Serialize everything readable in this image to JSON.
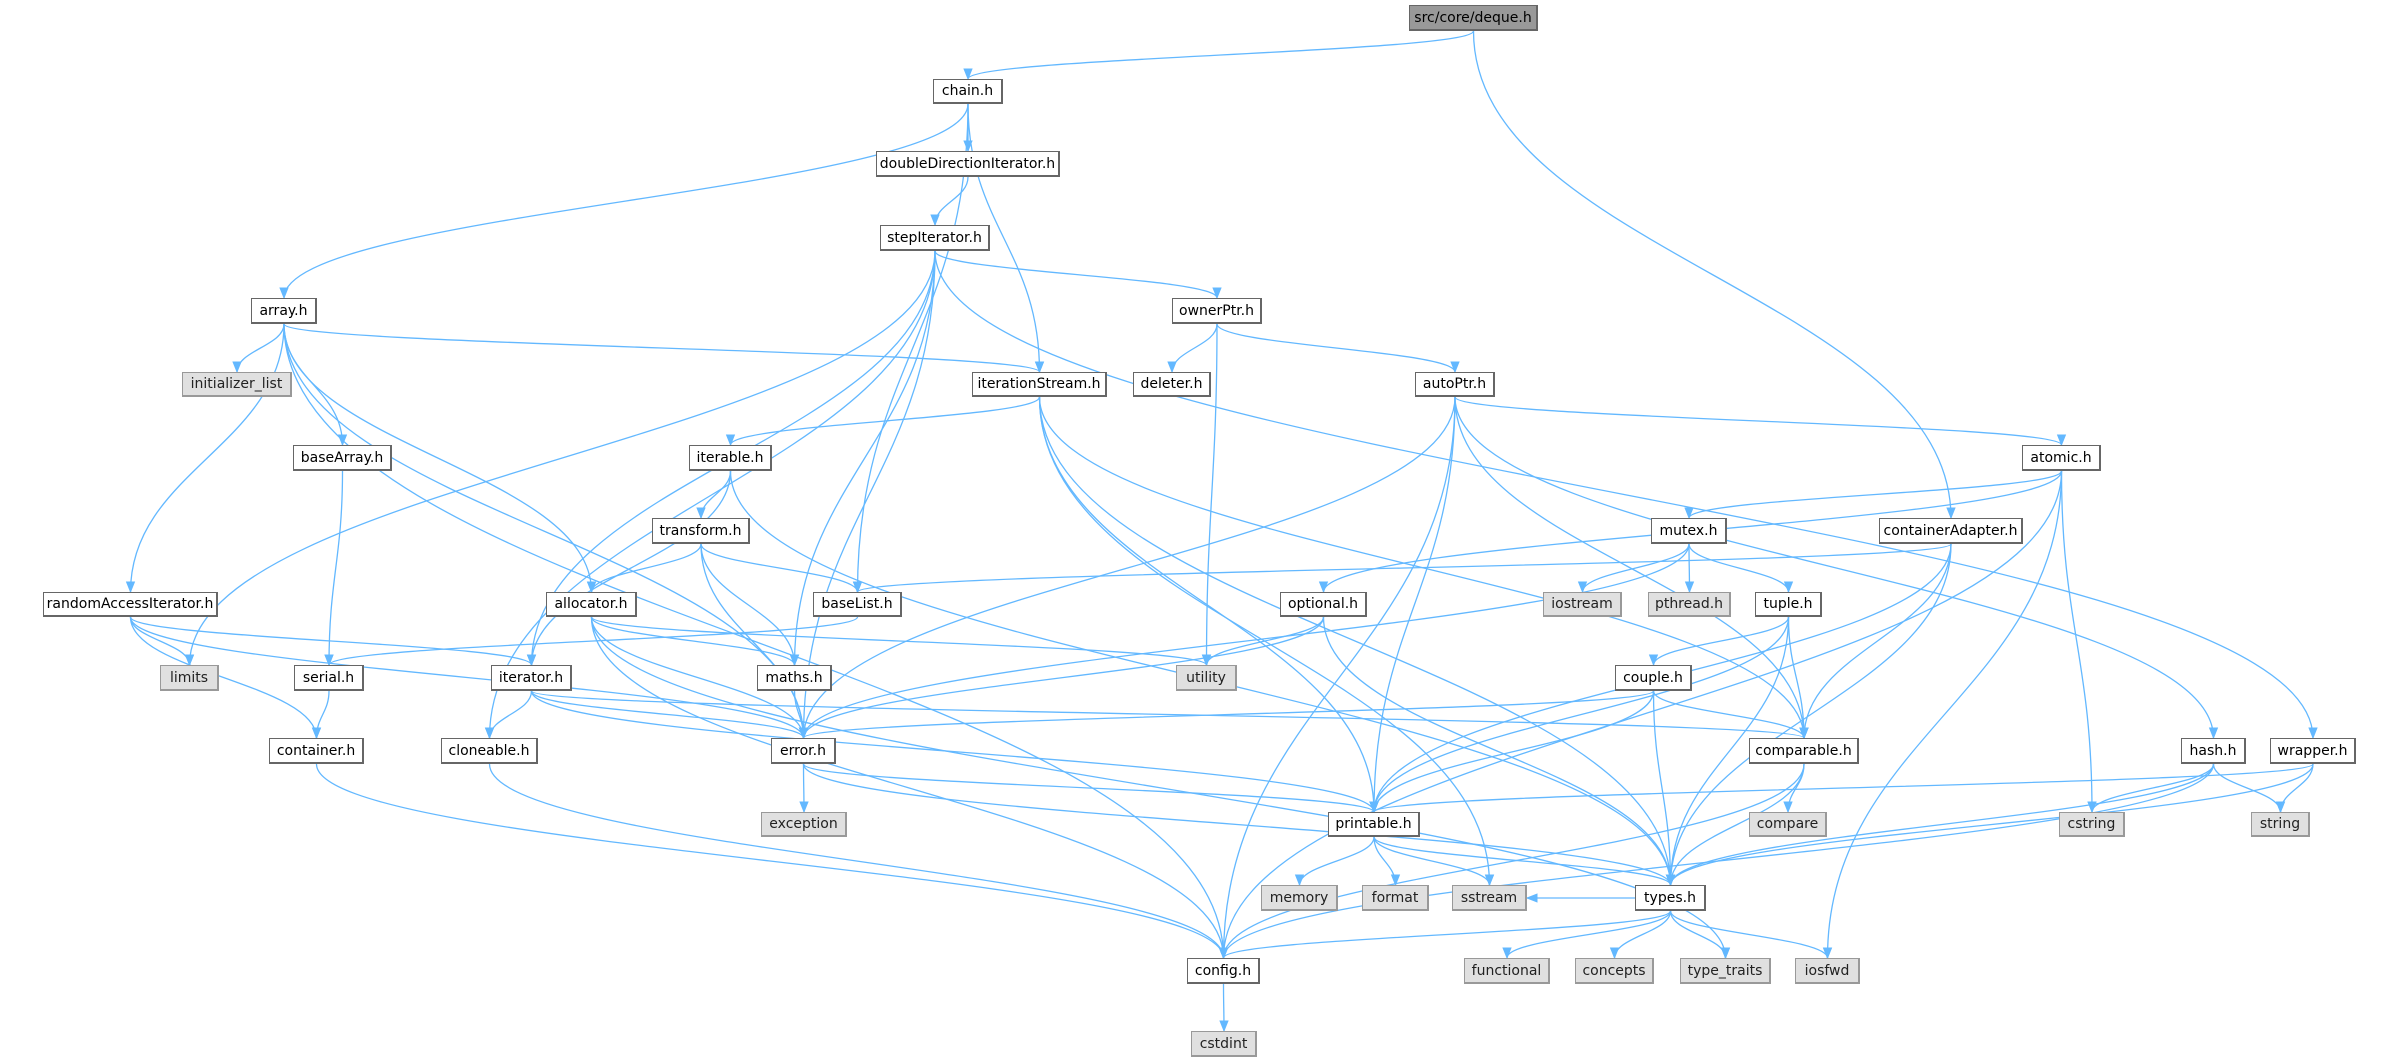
{
  "graph": {
    "title": "src/core/deque.h",
    "edge_color": "#63b8ff",
    "nodes": {
      "deque": {
        "label": "src/core/deque.h",
        "kind": "root"
      },
      "chain": {
        "label": "chain.h",
        "kind": "file"
      },
      "ddi": {
        "label": "doubleDirectionIterator.h",
        "kind": "file"
      },
      "stepIterator": {
        "label": "stepIterator.h",
        "kind": "file"
      },
      "array": {
        "label": "array.h",
        "kind": "file"
      },
      "initializer_list": {
        "label": "initializer_list",
        "kind": "system"
      },
      "iterationStream": {
        "label": "iterationStream.h",
        "kind": "file"
      },
      "ownerPtr": {
        "label": "ownerPtr.h",
        "kind": "file"
      },
      "deleter": {
        "label": "deleter.h",
        "kind": "file"
      },
      "autoPtr": {
        "label": "autoPtr.h",
        "kind": "file"
      },
      "baseArray": {
        "label": "baseArray.h",
        "kind": "file"
      },
      "iterable": {
        "label": "iterable.h",
        "kind": "file"
      },
      "atomic": {
        "label": "atomic.h",
        "kind": "file"
      },
      "transform": {
        "label": "transform.h",
        "kind": "file"
      },
      "mutex": {
        "label": "mutex.h",
        "kind": "file"
      },
      "containerAdapter": {
        "label": "containerAdapter.h",
        "kind": "file"
      },
      "randomAccessIterator": {
        "label": "randomAccessIterator.h",
        "kind": "file"
      },
      "allocator": {
        "label": "allocator.h",
        "kind": "file"
      },
      "baseList": {
        "label": "baseList.h",
        "kind": "file"
      },
      "optional": {
        "label": "optional.h",
        "kind": "file"
      },
      "iostream": {
        "label": "iostream",
        "kind": "system"
      },
      "pthread": {
        "label": "pthread.h",
        "kind": "system"
      },
      "tuple": {
        "label": "tuple.h",
        "kind": "file"
      },
      "limits": {
        "label": "limits",
        "kind": "system"
      },
      "serial": {
        "label": "serial.h",
        "kind": "file"
      },
      "iterator": {
        "label": "iterator.h",
        "kind": "file"
      },
      "maths": {
        "label": "maths.h",
        "kind": "file"
      },
      "utility": {
        "label": "utility",
        "kind": "system"
      },
      "couple": {
        "label": "couple.h",
        "kind": "file"
      },
      "container": {
        "label": "container.h",
        "kind": "file"
      },
      "cloneable": {
        "label": "cloneable.h",
        "kind": "file"
      },
      "error": {
        "label": "error.h",
        "kind": "file"
      },
      "comparable": {
        "label": "comparable.h",
        "kind": "file"
      },
      "hash": {
        "label": "hash.h",
        "kind": "file"
      },
      "wrapper": {
        "label": "wrapper.h",
        "kind": "file"
      },
      "exception": {
        "label": "exception",
        "kind": "system"
      },
      "printable": {
        "label": "printable.h",
        "kind": "file"
      },
      "compare": {
        "label": "compare",
        "kind": "system"
      },
      "cstring": {
        "label": "cstring",
        "kind": "system"
      },
      "string": {
        "label": "string",
        "kind": "system"
      },
      "memory": {
        "label": "memory",
        "kind": "system"
      },
      "format": {
        "label": "format",
        "kind": "system"
      },
      "sstream": {
        "label": "sstream",
        "kind": "system"
      },
      "types": {
        "label": "types.h",
        "kind": "file"
      },
      "config": {
        "label": "config.h",
        "kind": "file"
      },
      "functional": {
        "label": "functional",
        "kind": "system"
      },
      "concepts": {
        "label": "concepts",
        "kind": "system"
      },
      "type_traits": {
        "label": "type_traits",
        "kind": "system"
      },
      "iosfwd": {
        "label": "iosfwd",
        "kind": "system"
      },
      "cstdint": {
        "label": "cstdint",
        "kind": "system"
      }
    },
    "edges": [
      [
        "deque",
        "chain"
      ],
      [
        "deque",
        "containerAdapter"
      ],
      [
        "chain",
        "array"
      ],
      [
        "chain",
        "baseList"
      ],
      [
        "chain",
        "ddi"
      ],
      [
        "chain",
        "iterationStream"
      ],
      [
        "ddi",
        "stepIterator"
      ],
      [
        "stepIterator",
        "limits"
      ],
      [
        "stepIterator",
        "iterator"
      ],
      [
        "stepIterator",
        "error"
      ],
      [
        "stepIterator",
        "maths"
      ],
      [
        "stepIterator",
        "ownerPtr"
      ],
      [
        "stepIterator",
        "wrapper"
      ],
      [
        "stepIterator",
        "cloneable"
      ],
      [
        "ownerPtr",
        "deleter"
      ],
      [
        "ownerPtr",
        "utility"
      ],
      [
        "ownerPtr",
        "autoPtr"
      ],
      [
        "array",
        "initializer_list"
      ],
      [
        "array",
        "iterationStream"
      ],
      [
        "array",
        "baseArray"
      ],
      [
        "array",
        "randomAccessIterator"
      ],
      [
        "array",
        "allocator"
      ],
      [
        "array",
        "error"
      ],
      [
        "array",
        "config"
      ],
      [
        "baseArray",
        "serial"
      ],
      [
        "iterationStream",
        "iterable"
      ],
      [
        "iterationStream",
        "printable"
      ],
      [
        "iterationStream",
        "types"
      ],
      [
        "iterationStream",
        "comparable"
      ],
      [
        "iterationStream",
        "sstream"
      ],
      [
        "iterable",
        "transform"
      ],
      [
        "iterable",
        "iterator"
      ],
      [
        "iterable",
        "types"
      ],
      [
        "transform",
        "allocator"
      ],
      [
        "transform",
        "baseList"
      ],
      [
        "transform",
        "maths"
      ],
      [
        "transform",
        "error"
      ],
      [
        "autoPtr",
        "atomic"
      ],
      [
        "autoPtr",
        "hash"
      ],
      [
        "autoPtr",
        "error"
      ],
      [
        "autoPtr",
        "config"
      ],
      [
        "autoPtr",
        "printable"
      ],
      [
        "autoPtr",
        "comparable"
      ],
      [
        "atomic",
        "optional"
      ],
      [
        "atomic",
        "mutex"
      ],
      [
        "atomic",
        "cstring"
      ],
      [
        "atomic",
        "config"
      ],
      [
        "atomic",
        "iosfwd"
      ],
      [
        "containerAdapter",
        "baseList"
      ],
      [
        "containerAdapter",
        "comparable"
      ],
      [
        "containerAdapter",
        "printable"
      ],
      [
        "containerAdapter",
        "types"
      ],
      [
        "mutex",
        "iostream"
      ],
      [
        "mutex",
        "pthread"
      ],
      [
        "mutex",
        "tuple"
      ],
      [
        "mutex",
        "error"
      ],
      [
        "randomAccessIterator",
        "limits"
      ],
      [
        "randomAccessIterator",
        "iterator"
      ],
      [
        "randomAccessIterator",
        "container"
      ],
      [
        "randomAccessIterator",
        "error"
      ],
      [
        "allocator",
        "error"
      ],
      [
        "allocator",
        "maths"
      ],
      [
        "allocator",
        "utility"
      ],
      [
        "allocator",
        "config"
      ],
      [
        "allocator",
        "type_traits"
      ],
      [
        "baseList",
        "serial"
      ],
      [
        "serial",
        "container"
      ],
      [
        "container",
        "config"
      ],
      [
        "iterator",
        "cloneable"
      ],
      [
        "iterator",
        "error"
      ],
      [
        "iterator",
        "comparable"
      ],
      [
        "iterator",
        "printable"
      ],
      [
        "maths",
        "error"
      ],
      [
        "cloneable",
        "config"
      ],
      [
        "error",
        "exception"
      ],
      [
        "error",
        "printable"
      ],
      [
        "error",
        "types"
      ],
      [
        "optional",
        "utility"
      ],
      [
        "optional",
        "error"
      ],
      [
        "optional",
        "types"
      ],
      [
        "tuple",
        "couple"
      ],
      [
        "tuple",
        "comparable"
      ],
      [
        "tuple",
        "printable"
      ],
      [
        "tuple",
        "types"
      ],
      [
        "couple",
        "error"
      ],
      [
        "couple",
        "comparable"
      ],
      [
        "couple",
        "printable"
      ],
      [
        "couple",
        "types"
      ],
      [
        "comparable",
        "compare"
      ],
      [
        "comparable",
        "types"
      ],
      [
        "comparable",
        "config"
      ],
      [
        "hash",
        "cstring"
      ],
      [
        "hash",
        "string"
      ],
      [
        "hash",
        "types"
      ],
      [
        "hash",
        "config"
      ],
      [
        "wrapper",
        "printable"
      ],
      [
        "wrapper",
        "string"
      ],
      [
        "wrapper",
        "types"
      ],
      [
        "printable",
        "memory"
      ],
      [
        "printable",
        "format"
      ],
      [
        "printable",
        "sstream"
      ],
      [
        "printable",
        "types"
      ],
      [
        "types",
        "config"
      ],
      [
        "types",
        "functional"
      ],
      [
        "types",
        "concepts"
      ],
      [
        "types",
        "type_traits"
      ],
      [
        "types",
        "iosfwd"
      ],
      [
        "types",
        "sstream"
      ],
      [
        "config",
        "cstdint"
      ]
    ]
  }
}
